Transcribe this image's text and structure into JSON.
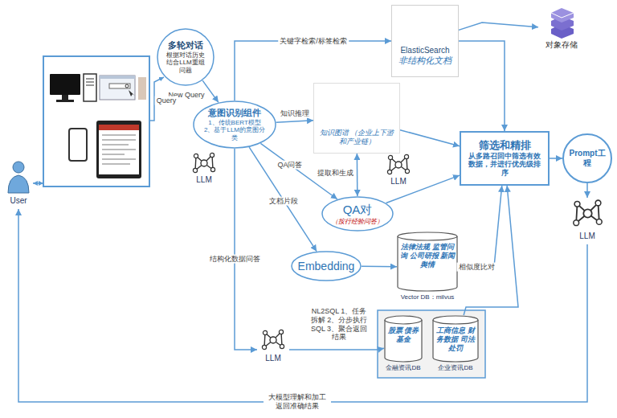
{
  "diagram": {
    "nodes": [
      {
        "text": [
          "多轮对话",
          "根据对话历史结合LLM重组问题"
        ]
      },
      {
        "text": [
          "ElasticSearch",
          "非结构化文档"
        ]
      },
      {
        "text": [
          "对象存储"
        ]
      },
      {
        "text": [
          "意图识别组件",
          "1、传统BERT模型 2、基于LLM的意图分类"
        ]
      },
      {
        "text": [
          "LLM"
        ]
      },
      {
        "text": [
          "知识图谱 （企业上下游和产业链）"
        ]
      },
      {
        "text": [
          "筛选和精排",
          "从多路召回中筛选有效数据，并进行优先级排序"
        ]
      },
      {
        "text": [
          "Prompt工程"
        ]
      },
      {
        "text": [
          "LLM"
        ]
      },
      {
        "text": [
          "QA对",
          "（按行经验问答）"
        ]
      },
      {
        "text": [
          "LLM"
        ]
      },
      {
        "text": [
          "Embedding"
        ]
      },
      {
        "text": [
          "法律法规 监管问询 公司研报 新闻舆情",
          "Vector DB：milvus"
        ]
      },
      {
        "text": [
          "LLM"
        ]
      },
      {
        "text": [
          "股票 债券 基金",
          "金融资讯DB"
        ]
      },
      {
        "text": [
          "工商信息 财务数据 司法处罚",
          "企业资讯DB"
        ]
      },
      {
        "text": [
          "User"
        ]
      }
    ],
    "edges": [
      {
        "from": 0,
        "to": 3,
        "arrow": "to",
        "label": "New Query"
      },
      {
        "from": 3,
        "to": 1,
        "arrow": "to",
        "label": "关键字检索/标签检索"
      },
      {
        "from": 1,
        "to": 2,
        "arrow": "to"
      },
      {
        "from": 3,
        "to": 5,
        "arrow": "to",
        "label": "知识推理"
      },
      {
        "from": 3,
        "to": 9,
        "arrow": "to",
        "label": "QA问答"
      },
      {
        "from": 3,
        "to": 11,
        "arrow": "to",
        "label": "文档片段"
      },
      {
        "from": 3,
        "to": 13,
        "arrow": "to",
        "label": "结构化数据问答"
      },
      {
        "from": 5,
        "to": 9,
        "arrow": "both",
        "label": "提取和生成"
      },
      {
        "from": 11,
        "to": 12,
        "arrow": "to"
      },
      {
        "from": 1,
        "to": 6,
        "arrow": "to"
      },
      {
        "from": 5,
        "to": 6,
        "arrow": "to"
      },
      {
        "from": 9,
        "to": 6,
        "arrow": "to"
      },
      {
        "from": 12,
        "to": 6,
        "arrow": "to",
        "label": "相似度比对"
      },
      {
        "from": 13,
        "to": 14,
        "arrow": "to",
        "label": "NL2SQL 1、任务拆解 2、分步执行SQL 3、聚合返回结果"
      },
      {
        "from": 15,
        "to": 6,
        "arrow": "to"
      },
      {
        "from": 6,
        "to": 7,
        "arrow": "to"
      },
      {
        "from": 7,
        "to": 8,
        "arrow": "to"
      },
      {
        "from": 8,
        "to": 16,
        "arrow": "to",
        "label": "大模型理解和加工 返回准确结果"
      }
    ],
    "labels": [
      "Query"
    ]
  }
}
